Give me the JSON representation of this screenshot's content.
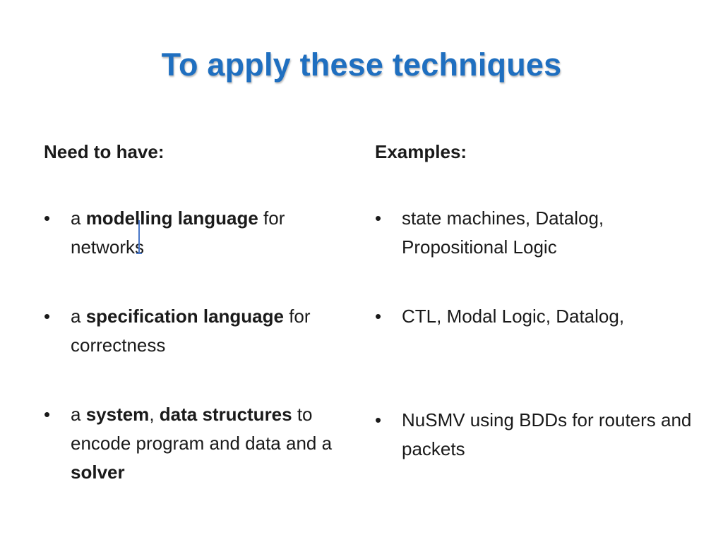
{
  "title": "To apply these techniques",
  "left": {
    "heading": "Need to have:",
    "items": [
      {
        "pre": "a ",
        "b1": "modelling language",
        "mid": "",
        "b2": "",
        "post": " for networks"
      },
      {
        "pre": "a ",
        "b1": "specification language",
        "mid": "",
        "b2": "",
        "post": " for correctness"
      },
      {
        "pre": "a ",
        "b1": "system",
        "mid": ", ",
        "b2": "data structures",
        "post": " to encode program and data and a ",
        "b3": "solver"
      }
    ]
  },
  "right": {
    "heading": "Examples:",
    "items": [
      "state machines, Datalog, Propositional Logic",
      "CTL, Modal Logic, Datalog,",
      "NuSMV using BDDs for routers and packets"
    ]
  },
  "bullet_glyph": "•",
  "colors": {
    "title": "#1f6fc0",
    "text": "#1a1a1a",
    "cursor": "#4a78c8"
  }
}
